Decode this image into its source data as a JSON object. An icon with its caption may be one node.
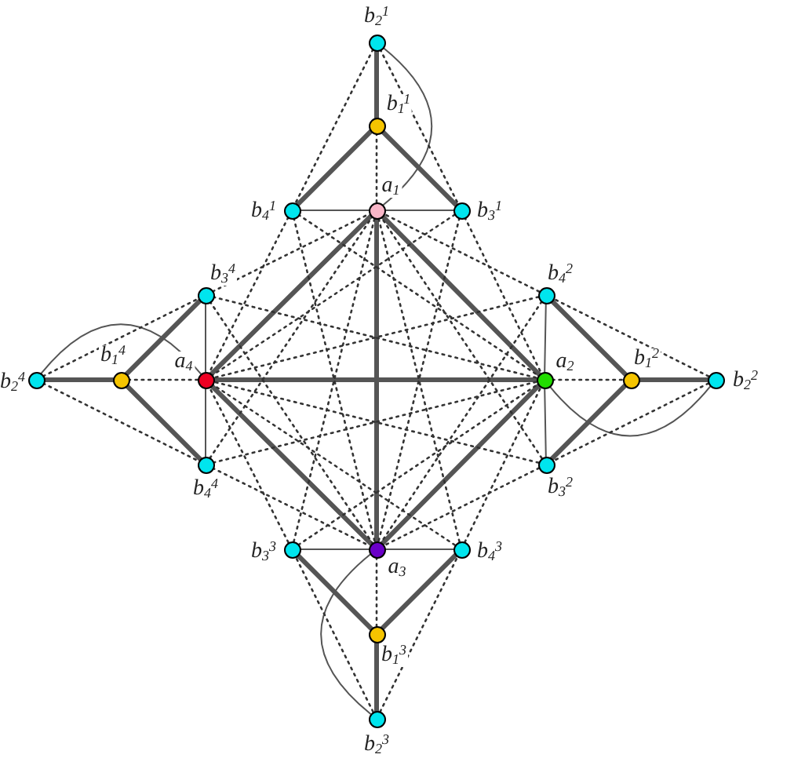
{
  "diagram": {
    "nodes": [
      {
        "text": [],
        "shape": "circle",
        "beside": [
          "a$_{1}$"
        ]
      },
      {
        "text": [],
        "shape": "circle",
        "beside": [
          "b$_{1}$$^{1}$"
        ]
      },
      {
        "text": [],
        "shape": "circle",
        "beside": [
          "b$_{2}$$^{1}$"
        ]
      },
      {
        "text": [],
        "shape": "circle",
        "beside": [
          "b$_{3}$$^{1}$"
        ]
      },
      {
        "text": [],
        "shape": "circle",
        "beside": [
          "b$_{4}$$^{1}$"
        ]
      },
      {
        "text": [],
        "shape": "circle",
        "beside": [
          "a$_{2}$"
        ]
      },
      {
        "text": [],
        "shape": "circle",
        "beside": [
          "b$_{1}$$^{2}$"
        ]
      },
      {
        "text": [],
        "shape": "circle",
        "beside": [
          "b$_{2}$$^{2}$"
        ]
      },
      {
        "text": [],
        "shape": "circle",
        "beside": [
          "b$_{3}$$^{2}$"
        ]
      },
      {
        "text": [],
        "shape": "circle",
        "beside": [
          "b$_{4}$$^{2}$"
        ]
      },
      {
        "text": [],
        "shape": "circle",
        "beside": [
          "a$_{3}$"
        ]
      },
      {
        "text": [],
        "shape": "circle",
        "beside": [
          "b$_{1}$$^{3}$"
        ]
      },
      {
        "text": [],
        "shape": "circle",
        "beside": [
          "b$_{2}$$^{3}$"
        ]
      },
      {
        "text": [],
        "shape": "circle",
        "beside": [
          "b$_{3}$$^{3}$"
        ]
      },
      {
        "text": [],
        "shape": "circle",
        "beside": [
          "b$_{4}$$^{3}$"
        ]
      },
      {
        "text": [],
        "shape": "circle",
        "beside": [
          "a$_{4}$"
        ]
      },
      {
        "text": [],
        "shape": "circle",
        "beside": [
          "b$_{1}$$^{4}$"
        ]
      },
      {
        "text": [],
        "shape": "circle",
        "beside": [
          "b$_{2}$$^{4}$"
        ]
      },
      {
        "text": [],
        "shape": "circle",
        "beside": [
          "b$_{3}$$^{4}$"
        ]
      },
      {
        "text": [],
        "shape": "circle",
        "beside": [
          "b$_{4}$$^{4}$"
        ]
      }
    ],
    "edges": [
      {
        "from": 0,
        "to": 5,
        "arrow": "none",
        "style": "thick"
      },
      {
        "from": 5,
        "to": 10,
        "arrow": "none",
        "style": "thick"
      },
      {
        "from": 10,
        "to": 15,
        "arrow": "none",
        "style": "thick"
      },
      {
        "from": 15,
        "to": 0,
        "arrow": "none",
        "style": "thick"
      },
      {
        "from": 0,
        "to": 10,
        "arrow": "none",
        "style": "thick"
      },
      {
        "from": 5,
        "to": 15,
        "arrow": "none",
        "style": "thick"
      },
      {
        "from": 0,
        "to": 1,
        "arrow": "none",
        "style": "dashed"
      },
      {
        "from": 1,
        "to": 2,
        "arrow": "none",
        "style": "thick"
      },
      {
        "from": 1,
        "to": 3,
        "arrow": "none",
        "style": "thick"
      },
      {
        "from": 1,
        "to": 4,
        "arrow": "none",
        "style": "thick"
      },
      {
        "from": 0,
        "to": 3,
        "arrow": "none"
      },
      {
        "from": 0,
        "to": 4,
        "arrow": "none"
      },
      {
        "from": 0,
        "to": 2,
        "arrow": "none"
      },
      {
        "from": 2,
        "to": 3,
        "arrow": "none",
        "style": "dashed"
      },
      {
        "from": 2,
        "to": 4,
        "arrow": "none",
        "style": "dashed"
      },
      {
        "from": 5,
        "to": 6,
        "arrow": "none",
        "style": "dashed"
      },
      {
        "from": 6,
        "to": 7,
        "arrow": "none",
        "style": "thick"
      },
      {
        "from": 6,
        "to": 8,
        "arrow": "none",
        "style": "thick"
      },
      {
        "from": 6,
        "to": 9,
        "arrow": "none",
        "style": "thick"
      },
      {
        "from": 5,
        "to": 8,
        "arrow": "none"
      },
      {
        "from": 5,
        "to": 9,
        "arrow": "none"
      },
      {
        "from": 5,
        "to": 7,
        "arrow": "none"
      },
      {
        "from": 7,
        "to": 8,
        "arrow": "none",
        "style": "dashed"
      },
      {
        "from": 7,
        "to": 9,
        "arrow": "none",
        "style": "dashed"
      },
      {
        "from": 10,
        "to": 11,
        "arrow": "none",
        "style": "dashed"
      },
      {
        "from": 11,
        "to": 12,
        "arrow": "none",
        "style": "thick"
      },
      {
        "from": 11,
        "to": 13,
        "arrow": "none",
        "style": "thick"
      },
      {
        "from": 11,
        "to": 14,
        "arrow": "none",
        "style": "thick"
      },
      {
        "from": 10,
        "to": 13,
        "arrow": "none"
      },
      {
        "from": 10,
        "to": 14,
        "arrow": "none"
      },
      {
        "from": 10,
        "to": 12,
        "arrow": "none"
      },
      {
        "from": 12,
        "to": 13,
        "arrow": "none",
        "style": "dashed"
      },
      {
        "from": 12,
        "to": 14,
        "arrow": "none",
        "style": "dashed"
      },
      {
        "from": 15,
        "to": 16,
        "arrow": "none",
        "style": "dashed"
      },
      {
        "from": 16,
        "to": 17,
        "arrow": "none",
        "style": "thick"
      },
      {
        "from": 16,
        "to": 18,
        "arrow": "none",
        "style": "thick"
      },
      {
        "from": 16,
        "to": 19,
        "arrow": "none",
        "style": "thick"
      },
      {
        "from": 15,
        "to": 18,
        "arrow": "none"
      },
      {
        "from": 15,
        "to": 19,
        "arrow": "none"
      },
      {
        "from": 15,
        "to": 17,
        "arrow": "none"
      },
      {
        "from": 17,
        "to": 18,
        "arrow": "none",
        "style": "dashed"
      },
      {
        "from": 17,
        "to": 19,
        "arrow": "none",
        "style": "dashed"
      },
      {
        "from": 3,
        "to": 5,
        "arrow": "none",
        "style": "dashed"
      },
      {
        "from": 3,
        "to": 10,
        "arrow": "none",
        "style": "dashed"
      },
      {
        "from": 3,
        "to": 15,
        "arrow": "none",
        "style": "dashed"
      },
      {
        "from": 4,
        "to": 5,
        "arrow": "none",
        "style": "dashed"
      },
      {
        "from": 4,
        "to": 10,
        "arrow": "none",
        "style": "dashed"
      },
      {
        "from": 4,
        "to": 15,
        "arrow": "none",
        "style": "dashed"
      },
      {
        "from": 8,
        "to": 0,
        "arrow": "none",
        "style": "dashed"
      },
      {
        "from": 8,
        "to": 10,
        "arrow": "none",
        "style": "dashed"
      },
      {
        "from": 8,
        "to": 15,
        "arrow": "none",
        "style": "dashed"
      },
      {
        "from": 9,
        "to": 0,
        "arrow": "none",
        "style": "dashed"
      },
      {
        "from": 9,
        "to": 10,
        "arrow": "none",
        "style": "dashed"
      },
      {
        "from": 9,
        "to": 15,
        "arrow": "none",
        "style": "dashed"
      },
      {
        "from": 13,
        "to": 0,
        "arrow": "none",
        "style": "dashed"
      },
      {
        "from": 13,
        "to": 5,
        "arrow": "none",
        "style": "dashed"
      },
      {
        "from": 13,
        "to": 15,
        "arrow": "none",
        "style": "dashed"
      },
      {
        "from": 14,
        "to": 0,
        "arrow": "none",
        "style": "dashed"
      },
      {
        "from": 14,
        "to": 5,
        "arrow": "none",
        "style": "dashed"
      },
      {
        "from": 14,
        "to": 15,
        "arrow": "none",
        "style": "dashed"
      },
      {
        "from": 18,
        "to": 0,
        "arrow": "none",
        "style": "dashed"
      },
      {
        "from": 18,
        "to": 5,
        "arrow": "none",
        "style": "dashed"
      },
      {
        "from": 18,
        "to": 10,
        "arrow": "none",
        "style": "dashed"
      },
      {
        "from": 19,
        "to": 0,
        "arrow": "none",
        "style": "dashed"
      },
      {
        "from": 19,
        "to": 5,
        "arrow": "none",
        "style": "dashed"
      },
      {
        "from": 19,
        "to": 10,
        "arrow": "none",
        "style": "dashed"
      }
    ]
  }
}
